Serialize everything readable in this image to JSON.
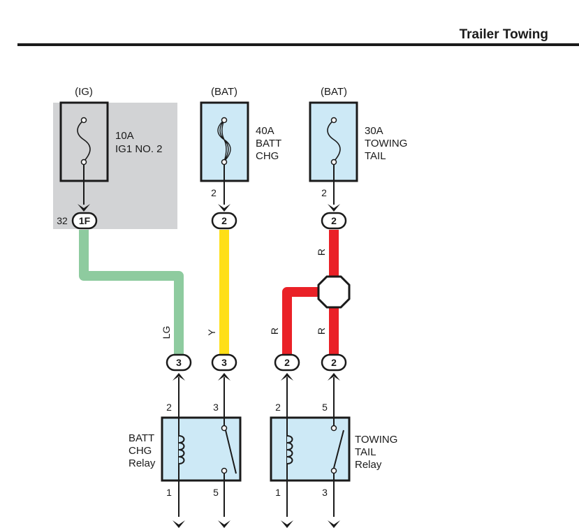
{
  "header": {
    "title": "Trailer Towing"
  },
  "colors": {
    "ig_background": "#d2d3d5",
    "component_fill": "#cde9f6",
    "wire_lg": "#8ecb9f",
    "wire_y": "#ffdf16",
    "wire_r": "#ea2127",
    "outline": "#1a1a1a"
  },
  "fuses": [
    {
      "source": "(IG)",
      "rating": "10A",
      "name_lines": [
        "IG1 NO. 2"
      ],
      "pin": "",
      "connector": "1F",
      "connector_pin": "32"
    },
    {
      "source": "(BAT)",
      "rating": "40A",
      "name_lines": [
        "BATT",
        "CHG"
      ],
      "pin": "2",
      "connector": "2",
      "connector_pin": ""
    },
    {
      "source": "(BAT)",
      "rating": "30A",
      "name_lines": [
        "TOWING",
        "TAIL"
      ],
      "pin": "2",
      "connector": "2",
      "connector_pin": ""
    }
  ],
  "wires": [
    {
      "label": "LG",
      "color": "Light Green"
    },
    {
      "label": "Y",
      "color": "Yellow"
    },
    {
      "label": "R",
      "color": "Red"
    },
    {
      "label": "R",
      "color": "Red"
    },
    {
      "label": "R",
      "color": "Red"
    }
  ],
  "lower_connectors": [
    "3",
    "3",
    "2",
    "2"
  ],
  "relays": [
    {
      "name_lines": [
        "BATT",
        "CHG",
        "Relay"
      ],
      "pins_top": [
        "2",
        "3"
      ],
      "pins_bottom": [
        "1",
        "5"
      ]
    },
    {
      "name_lines": [
        "TOWING",
        "TAIL",
        "Relay"
      ],
      "pins_top": [
        "2",
        "5"
      ],
      "pins_bottom": [
        "1",
        "3"
      ]
    }
  ]
}
